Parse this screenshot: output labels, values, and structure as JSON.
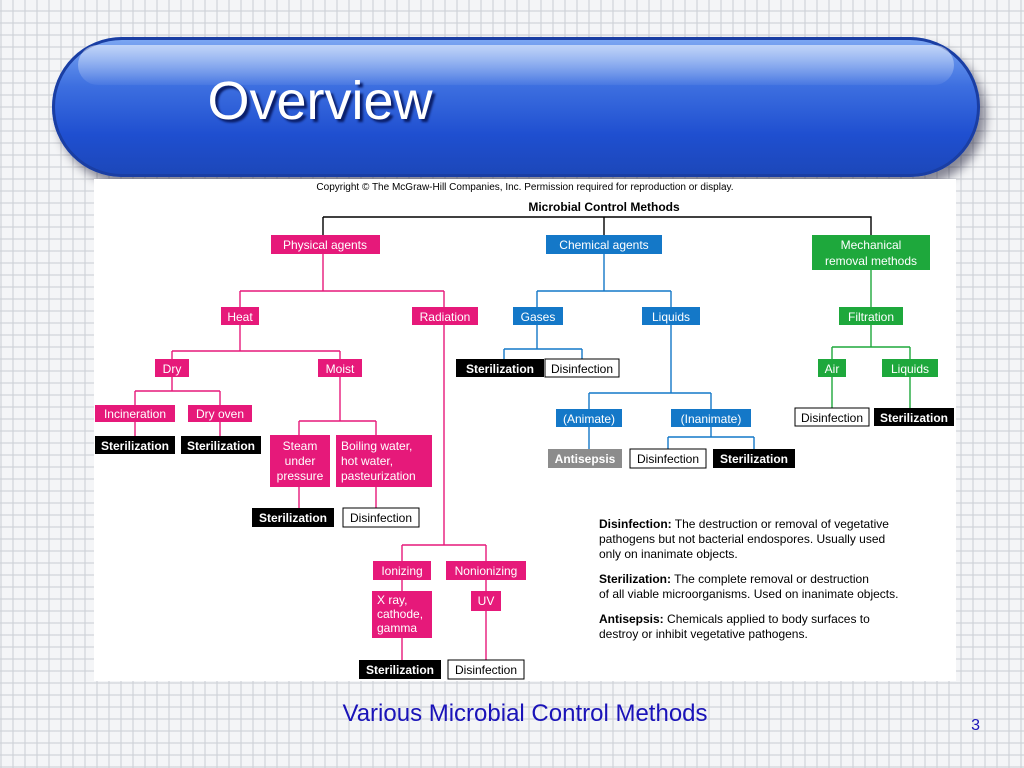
{
  "slide": {
    "title": "Overview",
    "caption": "Various Microbial Control Methods",
    "page_number": "3"
  },
  "diagram": {
    "copyright": "Copyright © The McGraw-Hill Companies, Inc. Permission required for reproduction or display.",
    "heading": "Microbial Control Methods",
    "nodes": {
      "physical": "Physical agents",
      "chemical": "Chemical agents",
      "mechanical_1": "Mechanical",
      "mechanical_2": "removal methods",
      "heat": "Heat",
      "radiation": "Radiation",
      "gases": "Gases",
      "liquids": "Liquids",
      "filtration": "Filtration",
      "dry": "Dry",
      "moist": "Moist",
      "air": "Air",
      "liquids_filter": "Liquids",
      "incineration": "Incineration",
      "dry_oven": "Dry oven",
      "animate": "(Animate)",
      "inanimate": "(Inanimate)",
      "steam_1": "Steam",
      "steam_2": "under",
      "steam_3": "pressure",
      "boiling_1": "Boiling water,",
      "boiling_2": "hot water,",
      "boiling_3": "pasteurization",
      "ionizing": "Ionizing",
      "nonionizing": "Nonionizing",
      "xray_1": "X ray,",
      "xray_2": "cathode,",
      "xray_3": "gamma",
      "uv": "UV"
    },
    "outcomes": {
      "sterilization": "Sterilization",
      "disinfection": "Disinfection",
      "antisepsis": "Antisepsis"
    },
    "legend": {
      "disinfection_term": "Disinfection:",
      "disinfection_line1": "The destruction or removal of vegetative",
      "disinfection_line2": "pathogens but not bacterial endospores. Usually used",
      "disinfection_line3": "only on inanimate objects.",
      "sterilization_term": "Sterilization:",
      "sterilization_line1": "The complete removal or destruction",
      "sterilization_line2": "of all viable microorganisms. Used on inanimate objects.",
      "antisepsis_term": "Antisepsis:",
      "antisepsis_line1": "Chemicals applied to body surfaces to",
      "antisepsis_line2": "destroy or inhibit vegetative pathogens."
    },
    "colors": {
      "physical": "#e6197a",
      "chemical": "#1478c8",
      "mechanical": "#1ea83c",
      "sterilization": "#000000",
      "antisepsis": "#8c8c8c"
    }
  }
}
